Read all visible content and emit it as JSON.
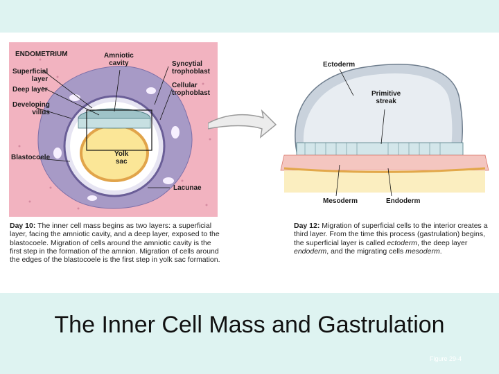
{
  "left_labels": {
    "endometrium": "ENDOMETRIUM",
    "amniotic_cavity": "Amniotic\ncavity",
    "syncytial": "Syncytial\ntrophoblast",
    "superficial": "Superficial\nlayer",
    "deep": "Deep layer",
    "cellular": "Cellular\ntrophoblast",
    "developing": "Developing\nvillus",
    "yolk": "Yolk\nsac",
    "blastocoele": "Blastocoele",
    "lacunae": "Lacunae"
  },
  "right_labels": {
    "ectoderm": "Ectoderm",
    "primitive": "Primitive\nstreak",
    "mesoderm": "Mesoderm",
    "endoderm": "Endoderm"
  },
  "day10": {
    "day": "Day 10:",
    "text": " The inner cell mass begins as two layers: a superficial layer, facing the amniotic cavity, and a deep layer, exposed to the blastocoele. Migration of cells around the amniotic cavity is the first step in the formation of the amnion. Migration of cells around the edges of the blastocoele is the first step in yolk sac formation."
  },
  "day12": {
    "day": "Day 12:",
    "t1": " Migration of superficial cells to the interior creates a third layer. From the time this process (gastrulation) begins, the superficial layer is called ",
    "e1": "ectoderm",
    "t2": ", the deep layer ",
    "e2": "endoderm",
    "t3": ", and the migrating cells ",
    "e3": "mesoderm",
    "t4": "."
  },
  "slide_title": "The Inner Cell Mass and Gastrulation",
  "figure_ref": "Figure 29-4"
}
